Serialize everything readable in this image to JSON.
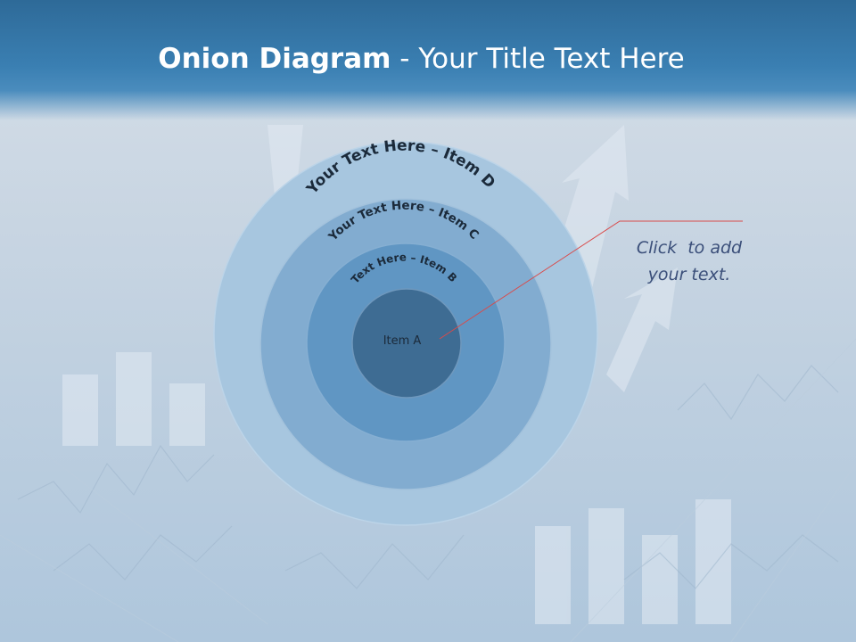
{
  "title": {
    "bold": "Onion Diagram",
    "rest": " - Your Title Text Here"
  },
  "rings": [
    {
      "label": "Your Text Here – Item D",
      "color": "#a7c6df"
    },
    {
      "label": "Your Text Here – Item C",
      "color": "#82acd0"
    },
    {
      "label": "Text Here – Item B",
      "color": "#6096c3"
    },
    {
      "label": "Item A",
      "color": "#3e6c93"
    }
  ],
  "callout": {
    "line1": "Click  to add",
    "line2": "your text.",
    "line_color": "#d94a4a"
  },
  "colors": {
    "title_band": "#3a7fb2",
    "text_dark": "#1b2a3a",
    "callout_text": "#3b4f7a"
  }
}
